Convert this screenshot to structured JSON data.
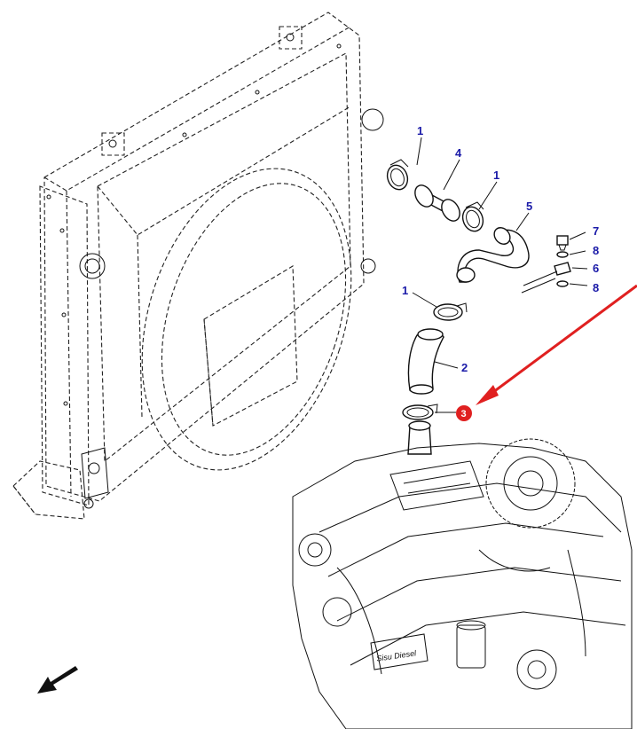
{
  "callouts": [
    {
      "id": "c1a",
      "label": "1"
    },
    {
      "id": "c4",
      "label": "4"
    },
    {
      "id": "c1b",
      "label": "1"
    },
    {
      "id": "c5",
      "label": "5"
    },
    {
      "id": "c7",
      "label": "7"
    },
    {
      "id": "c8a",
      "label": "8"
    },
    {
      "id": "c6",
      "label": "6"
    },
    {
      "id": "c8b",
      "label": "8"
    },
    {
      "id": "c1c",
      "label": "1"
    },
    {
      "id": "c2",
      "label": "2"
    },
    {
      "id": "c3",
      "label": "3"
    }
  ],
  "highlight": {
    "part": "3",
    "color": "#e02020"
  },
  "engine_brand": "Sisu Diesel",
  "colors": {
    "callout": "#1a1aa8",
    "arrow": "#e02020",
    "line": "#111111"
  }
}
